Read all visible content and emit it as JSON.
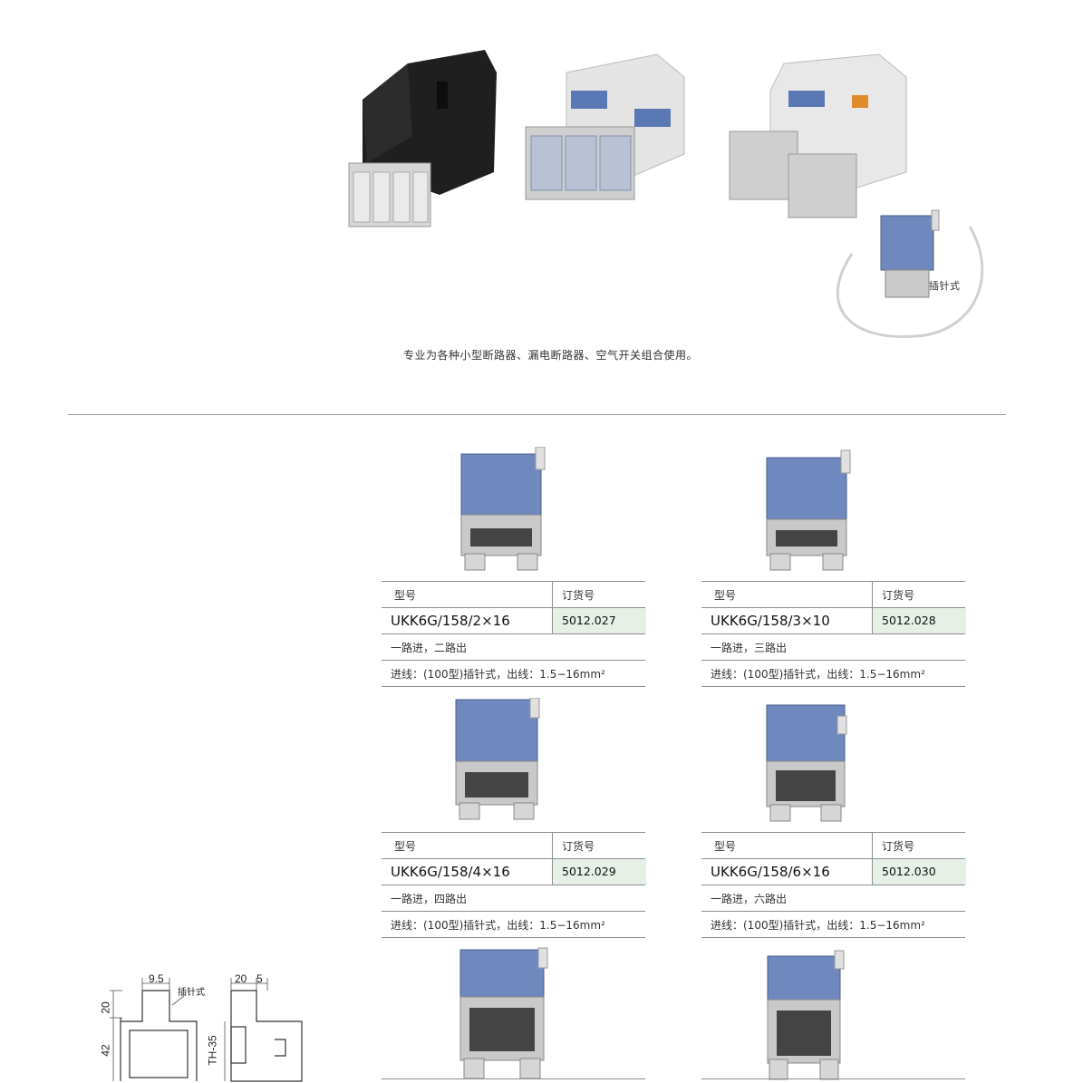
{
  "top": {
    "caption": "专业为各种小型断路器、漏电断路器、空气开关组合使用。",
    "inset_label": "插针式"
  },
  "header_labels": {
    "model": "型号",
    "order": "订货号"
  },
  "products": [
    {
      "model": "UKK6G/158/2×16",
      "order": "5012.027",
      "desc": "一路进，二路出",
      "spec": "进线：(100型)插针式，出线：1.5−16mm²"
    },
    {
      "model": "UKK6G/158/3×10",
      "order": "5012.028",
      "desc": "一路进，三路出",
      "spec": "进线：(100型)插针式，出线：1.5−16mm²"
    },
    {
      "model": "UKK6G/158/4×16",
      "order": "5012.029",
      "desc": "一路进，四路出",
      "spec": "进线：(100型)插针式，出线：1.5−16mm²"
    },
    {
      "model": "UKK6G/158/6×16",
      "order": "5012.030",
      "desc": "一路进，六路出",
      "spec": "进线：(100型)插针式，出线：1.5−16mm²"
    }
  ],
  "drawing": {
    "dim_9_5": "9.5",
    "dim_20_top": "20",
    "dim_5": "5",
    "dim_20_left": "20",
    "dim_42": "42",
    "rail": "TH-35",
    "pin_label": "插针式"
  },
  "colors": {
    "accent_green": "#e6f0e6",
    "terminal_blue": "#5a78b4",
    "grey_body": "#c9c9c9"
  }
}
